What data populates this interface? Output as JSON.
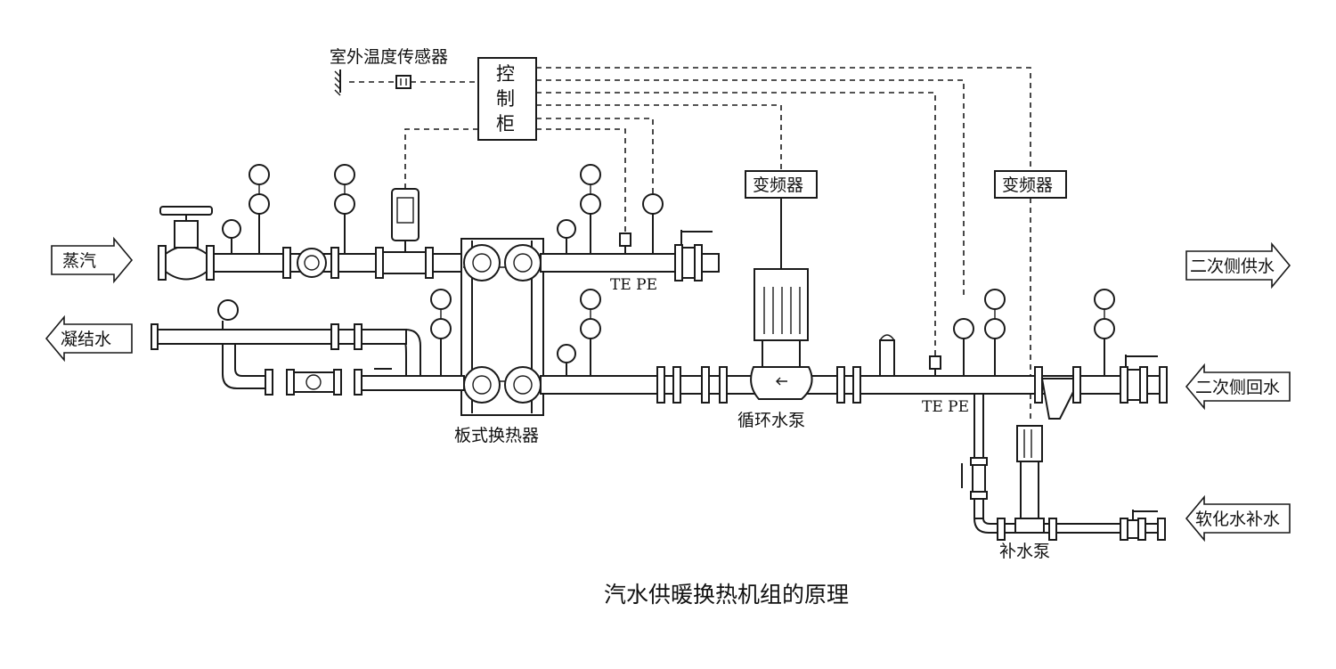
{
  "title": "汽水供暖换热机组的原理",
  "labels": {
    "outdoor_sensor": "室外温度传感器",
    "control_cabinet": [
      "控",
      "制",
      "柜"
    ],
    "vfd_1": "变频器",
    "vfd_2": "变频器",
    "steam": "蒸汽",
    "condensate": "凝结水",
    "secondary_supply": "二次侧供水",
    "secondary_return": "二次侧回水",
    "softened_makeup": "软化水补水",
    "plate_hx": "板式换热器",
    "circ_pump": "循环水泵",
    "makeup_pump": "补水泵",
    "te_pe_top": "TE PE",
    "te_pe_bottom": "TE PE"
  }
}
